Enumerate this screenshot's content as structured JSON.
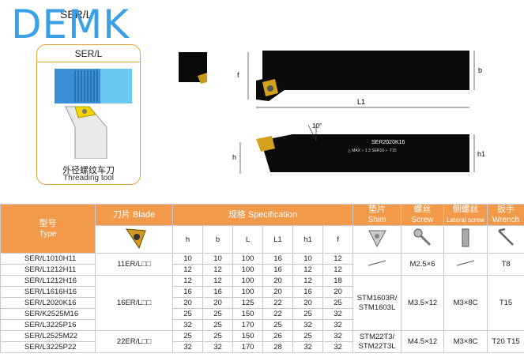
{
  "brand": "DEMK",
  "header_code": "SER/L",
  "card": {
    "title": "SER/L",
    "caption_cn": "外径螺纹车刀",
    "caption_en": "Threading tool"
  },
  "drawing": {
    "top": {
      "dim_f": "f",
      "dim_b": "b",
      "dim_l1": "L1"
    },
    "bottom": {
      "angle": "10°",
      "dim_h": "h",
      "dim_h1": "h1",
      "marking": "SER2020K16",
      "sub_marking": "△ MAX ○ 1 3 SER16 ⊢ T15"
    }
  },
  "table": {
    "headers": {
      "type_cn": "型号",
      "type_en": "Type",
      "blade": "刀片 Blade",
      "spec": "规格 Specification",
      "shim_cn": "垫片",
      "shim_en": "Shim",
      "screw_cn": "螺丝",
      "screw_en": "Screw",
      "lateral_cn": "侧螺丝",
      "lateral_en": "Lateral screw",
      "wrench_cn": "扳手",
      "wrench_en": "Wrench"
    },
    "cols": [
      "h",
      "b",
      "L",
      "L1",
      "h1",
      "f"
    ],
    "rows": [
      {
        "type": "SER/L1010H11",
        "h": "10",
        "b": "10",
        "L": "100",
        "L1": "16",
        "h1": "10",
        "f": "12"
      },
      {
        "type": "SER/L1212H11",
        "h": "12",
        "b": "12",
        "L": "100",
        "L1": "16",
        "h1": "12",
        "f": "12"
      },
      {
        "type": "SER/L1212H16",
        "h": "12",
        "b": "12",
        "L": "100",
        "L1": "20",
        "h1": "12",
        "f": "18"
      },
      {
        "type": "SER/L1616H16",
        "h": "16",
        "b": "16",
        "L": "100",
        "L1": "20",
        "h1": "16",
        "f": "20"
      },
      {
        "type": "SER/L2020K16",
        "h": "20",
        "b": "20",
        "L": "125",
        "L1": "22",
        "h1": "20",
        "f": "25"
      },
      {
        "type": "SER/K2525M16",
        "h": "25",
        "b": "25",
        "L": "150",
        "L1": "22",
        "h1": "25",
        "f": "32"
      },
      {
        "type": "SER/L3225P16",
        "h": "32",
        "b": "25",
        "L": "170",
        "L1": "25",
        "h1": "32",
        "f": "32"
      },
      {
        "type": "SER/L2525M22",
        "h": "25",
        "b": "25",
        "L": "150",
        "L1": "26",
        "h1": "25",
        "f": "32"
      },
      {
        "type": "SER/L3225P22",
        "h": "32",
        "b": "32",
        "L": "170",
        "L1": "28",
        "h1": "32",
        "f": "32"
      }
    ],
    "groups": {
      "g1": {
        "blade": "11ER/L□□",
        "shim": "",
        "screw": "M2.5×6",
        "lateral": "",
        "wrench": "T8"
      },
      "g2": {
        "blade": "16ER/L□□",
        "shim": "STM1603R/ STM1603L",
        "screw": "M3.5×12",
        "lateral": "M3×8C",
        "wrench": "T15"
      },
      "g3": {
        "blade": "22ER/L□□",
        "shim": "STM22T3/ STM22T3L",
        "screw": "M4.5×12",
        "lateral": "M3×8C",
        "wrench": "T20 T15"
      }
    }
  }
}
